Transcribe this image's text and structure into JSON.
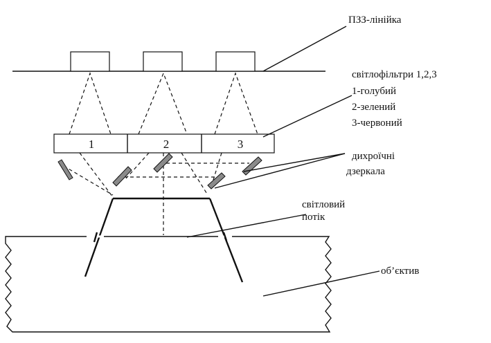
{
  "labels": {
    "ccd": "ПЗЗ-лінійка",
    "filters_title": "світлофільтри 1,2,3",
    "filter1": "1-голубий",
    "filter2": "2-зелений",
    "filter3": "3-червоний",
    "mirrors_line1": "дихроїчні",
    "mirrors_line2": "дзеркала",
    "flux_line1": "світловий",
    "flux_line2": "потік",
    "lens": "об’єктив"
  },
  "filter_numbers": [
    "1",
    "2",
    "3"
  ],
  "colors": {
    "ink": "#111111",
    "mirror_fill": "#8a8a8a"
  }
}
